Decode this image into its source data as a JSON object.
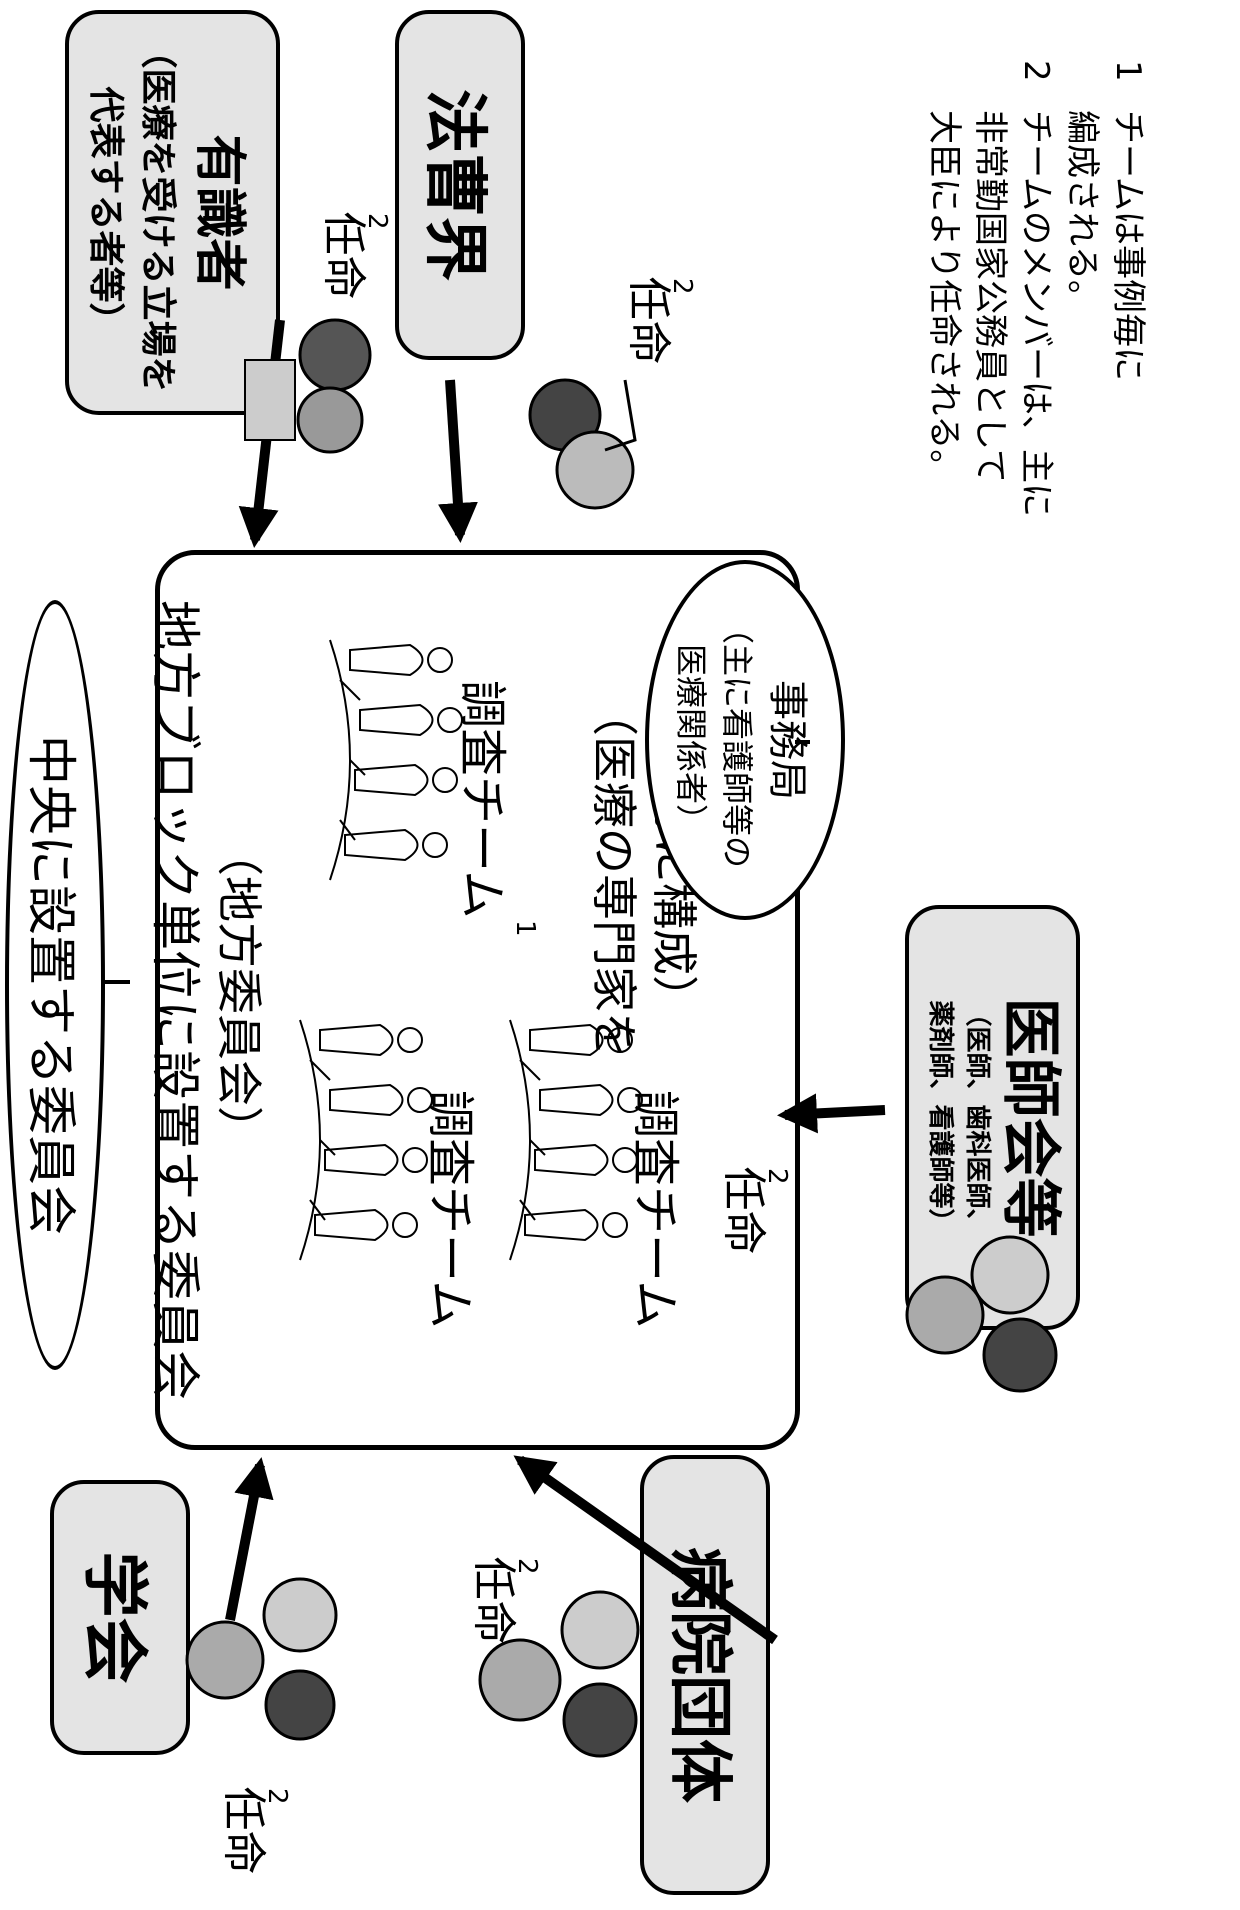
{
  "central_committee": "中央に設置する委員会",
  "regional_committee": {
    "title": "地方ブロック単位に設置する委員会",
    "subtitle": "（地方委員会）"
  },
  "survey_team_label": "調査チーム",
  "survey_team_note_marker": "1",
  "composition_note": {
    "line1": "（医療の専門家を",
    "line2": "中心に構成）"
  },
  "appointment_label": "任命",
  "appointment_note_marker": "2",
  "sources": {
    "academic_society": "学会",
    "hospital_groups": "病院団体",
    "medical_associations": {
      "title": "医師会等",
      "sub1": "（医師、歯科医師、",
      "sub2": "薬剤師、看護師等）"
    },
    "experts": {
      "title": "有識者",
      "sub1": "（医療を受ける立場を",
      "sub2": "代表する者等）"
    },
    "legal": "法曹界"
  },
  "secretariat": {
    "title": "事務局",
    "sub1": "（主に看護師等の",
    "sub2": "医療関係者）"
  },
  "notes": [
    {
      "marker": "1",
      "line1": "チームは事例毎に",
      "line2": "編成される。"
    },
    {
      "marker": "2",
      "line1": "チームのメンバーは、主に",
      "line2": "非常勤国家公務員として",
      "line3": "大臣により任命される。"
    }
  ]
}
